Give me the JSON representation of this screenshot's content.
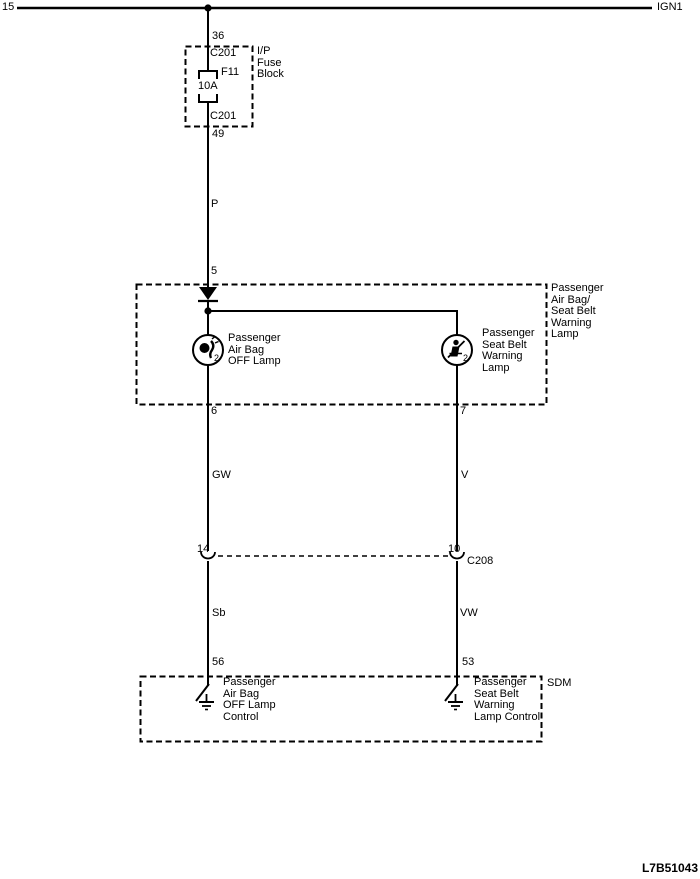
{
  "colors": {
    "line": "#000000",
    "background": "#ffffff"
  },
  "rail": {
    "left_ref": "15",
    "right_label": "IGN1"
  },
  "fuse_block": {
    "pin_in": "36",
    "conn_in": "C201",
    "fuse_id": "F11",
    "fuse_rating": "10A",
    "conn_out": "C201",
    "pin_out": "49",
    "name": "I/P\nFuse\nBlock"
  },
  "wires": {
    "feed": "P",
    "airbag_lamp_out": "GW",
    "seatbelt_lamp_out": "V",
    "airbag_ctrl": "Sb",
    "seatbelt_ctrl": "VW"
  },
  "lamp_assembly": {
    "name": "Passenger\nAir Bag/\nSeat Belt\nWarning\nLamp",
    "pin_in": "5",
    "airbag_lamp": {
      "name": "Passenger\nAir Bag\nOFF Lamp",
      "filament": "2"
    },
    "seatbelt_lamp": {
      "name": "Passenger\nSeat Belt\nWarning\nLamp",
      "filament": "2"
    },
    "pin_out_airbag": "6",
    "pin_out_seatbelt": "7"
  },
  "connector": {
    "name": "C208",
    "pin_airbag": "14",
    "pin_seatbelt": "10"
  },
  "sdm": {
    "name": "SDM",
    "pin_airbag": "56",
    "pin_seatbelt": "53",
    "airbag_control": "Passenger\nAir Bag\nOFF Lamp\nControl",
    "seatbelt_control": "Passenger\nSeat Belt\nWarning\nLamp Control"
  },
  "figure_id": "L7B51043"
}
